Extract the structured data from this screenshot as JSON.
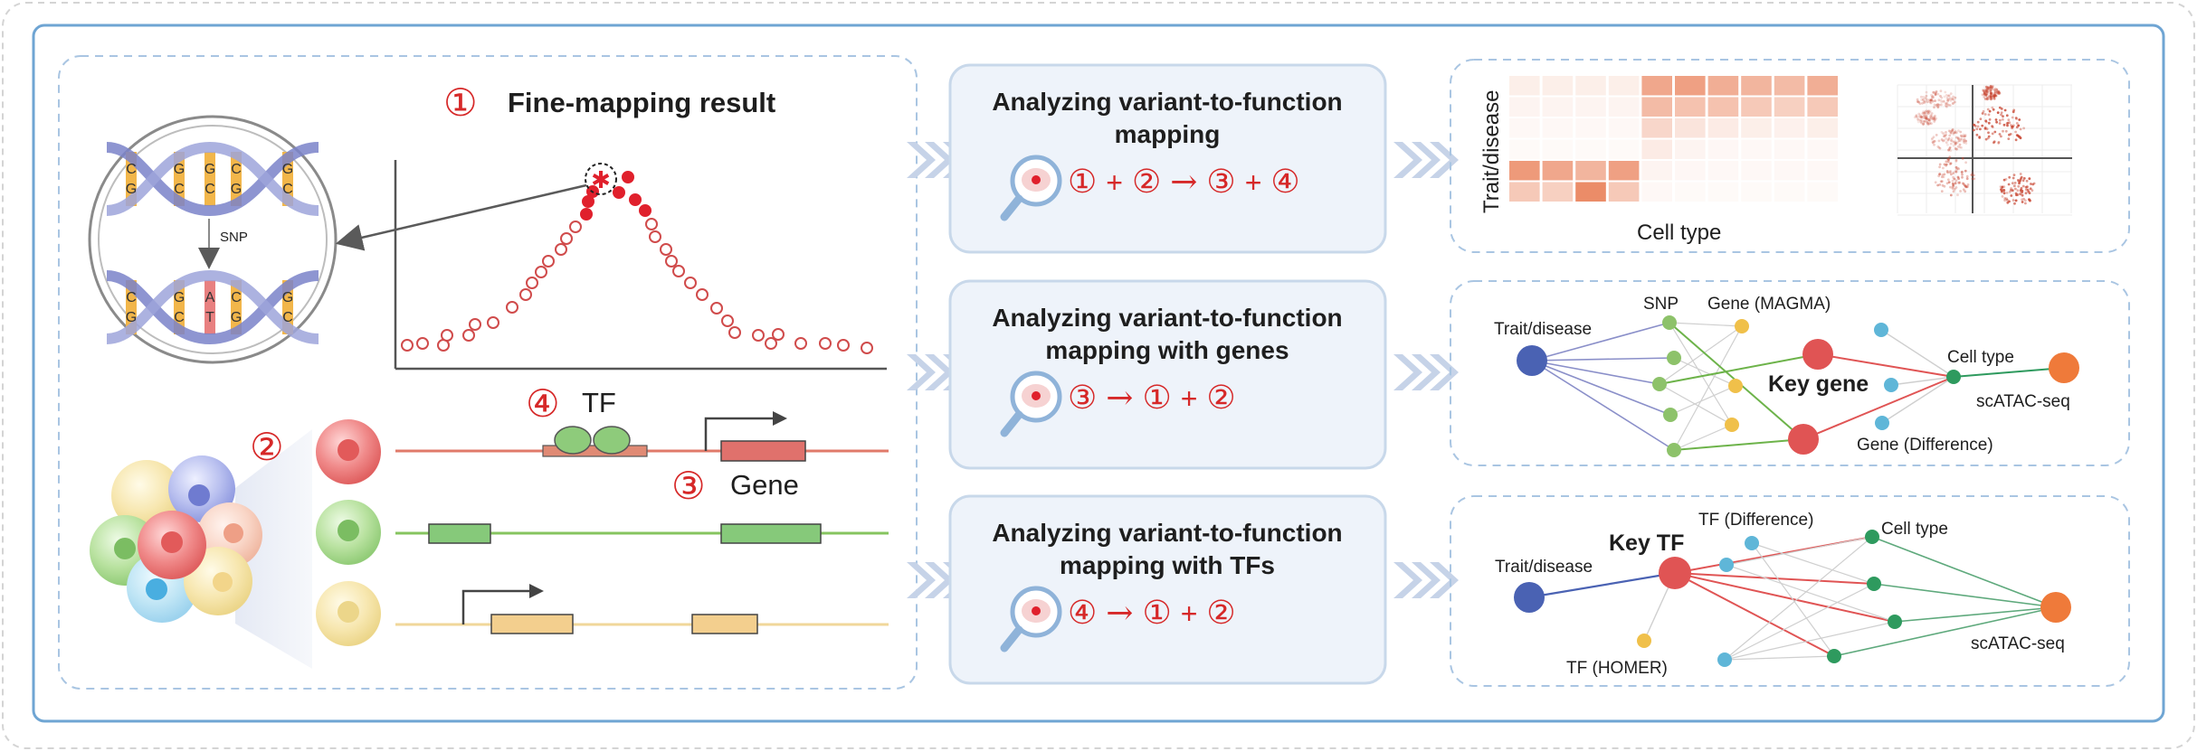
{
  "fine_mapping": {
    "badge": "①",
    "title": "Fine-mapping result",
    "snp_label": "SNP"
  },
  "dna_top_letters": [
    [
      "C",
      "G"
    ],
    [
      "G",
      "C"
    ],
    [
      "G",
      "C"
    ],
    [
      "C",
      "G"
    ],
    [
      "G",
      "C"
    ]
  ],
  "dna_bottom_letters": [
    [
      "C",
      "G"
    ],
    [
      "G",
      "C"
    ],
    [
      "A",
      "T"
    ],
    [
      "C",
      "G"
    ],
    [
      "G",
      "C"
    ]
  ],
  "molecular": {
    "cells_badge": "②",
    "tf_badge": "④",
    "tf_label": "TF",
    "gene_badge": "③",
    "gene_label": "Gene"
  },
  "cards": [
    {
      "line1": "Analyzing variant-to-function",
      "line2": "mapping",
      "formula": [
        "①",
        "+",
        "②",
        "→",
        "③",
        "+",
        "④"
      ]
    },
    {
      "line1": "Analyzing variant-to-function",
      "line2": "mapping with genes",
      "formula": [
        "③",
        "→",
        "①",
        "+",
        "②"
      ]
    },
    {
      "line1": "Analyzing variant-to-function",
      "line2": "mapping with TFs",
      "formula": [
        "④",
        "→",
        "①",
        "+",
        "②"
      ]
    }
  ],
  "heatmap": {
    "ylabel": "Trait/disease",
    "xlabel": "Cell type",
    "cells": [
      [
        0.12,
        0.12,
        0.12,
        0.12,
        0.65,
        0.7,
        0.6,
        0.55,
        0.5,
        0.6
      ],
      [
        0.08,
        0.08,
        0.08,
        0.08,
        0.5,
        0.45,
        0.45,
        0.4,
        0.35,
        0.4
      ],
      [
        0.05,
        0.05,
        0.05,
        0.05,
        0.3,
        0.2,
        0.15,
        0.12,
        0.1,
        0.12
      ],
      [
        0.02,
        0.02,
        0.02,
        0.02,
        0.15,
        0.08,
        0.06,
        0.05,
        0.05,
        0.05
      ],
      [
        0.75,
        0.65,
        0.55,
        0.7,
        0.08,
        0.06,
        0.05,
        0.05,
        0.05,
        0.05
      ],
      [
        0.4,
        0.35,
        0.85,
        0.4,
        0.05,
        0.04,
        0.04,
        0.04,
        0.04,
        0.04
      ]
    ]
  },
  "gene_network": {
    "trait": "Trait/disease",
    "snp": "SNP",
    "gene_magma": "Gene (MAGMA)",
    "key_gene": "Key gene",
    "cell_type": "Cell type",
    "scatac": "scATAC-seq",
    "gene_diff": "Gene (Difference)"
  },
  "tf_network": {
    "trait": "Trait/disease",
    "key_tf": "Key TF",
    "tf_diff": "TF (Difference)",
    "cell_type": "Cell type",
    "tf_homer": "TF (HOMER)",
    "scatac": "scATAC-seq"
  },
  "colors": {
    "frame_blue": "#6fa5d3",
    "red": "#d62828",
    "dot_red": "#e0202c",
    "card_bg": "#eef3fa",
    "card_border": "#c8d8ea",
    "chevron": "#c6d3e8",
    "node_blue": "#4a62b3",
    "node_red": "#e05454",
    "node_green": "#8dc26a",
    "node_yellow": "#f0c04a",
    "node_cyan": "#5fb6d8",
    "node_darkgreen": "#2e9a5e",
    "node_orange": "#ef7a3a"
  }
}
